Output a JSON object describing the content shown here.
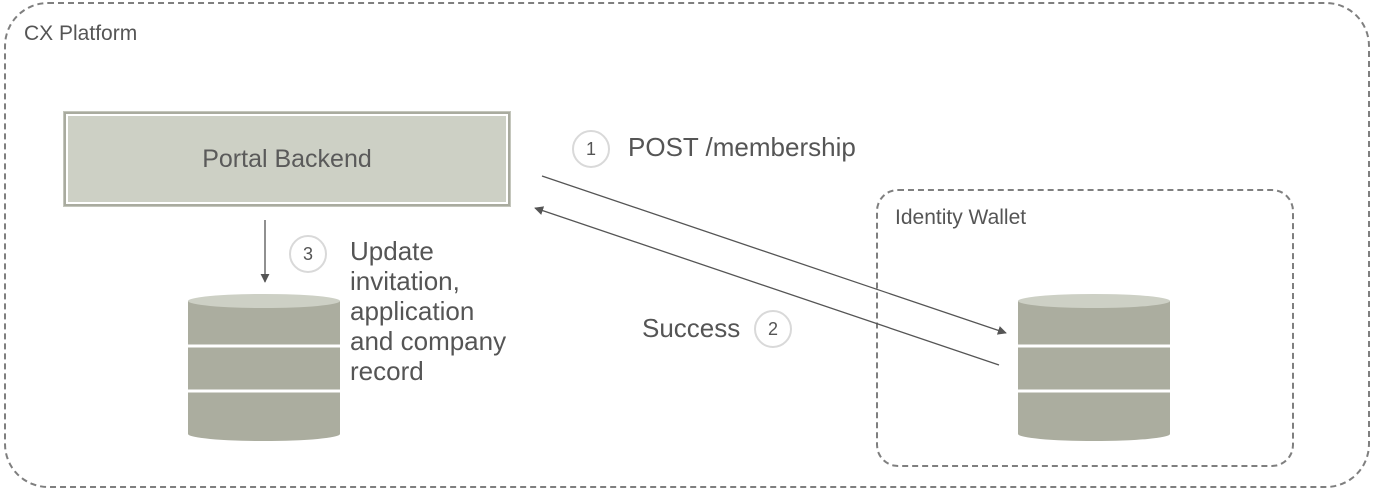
{
  "zones": {
    "platform_label": "CX Platform",
    "wallet_label": "Identity Wallet"
  },
  "components": {
    "portal_backend": "Portal Backend"
  },
  "steps": [
    {
      "number": "1",
      "label": "POST /membership"
    },
    {
      "number": "2",
      "label": "Success"
    },
    {
      "number": "3",
      "label": "Update\ninvitation,\napplication\nand company\nrecord"
    }
  ],
  "colors": {
    "boundary": "#7f7f7f",
    "box_fill": "#cdd0c5",
    "db_fill": "#abad9f",
    "db_top": "#cdd0c5",
    "arrow": "#555555",
    "text": "#555555"
  },
  "icons": {
    "portal_database": "database-icon",
    "wallet_database": "database-icon"
  }
}
